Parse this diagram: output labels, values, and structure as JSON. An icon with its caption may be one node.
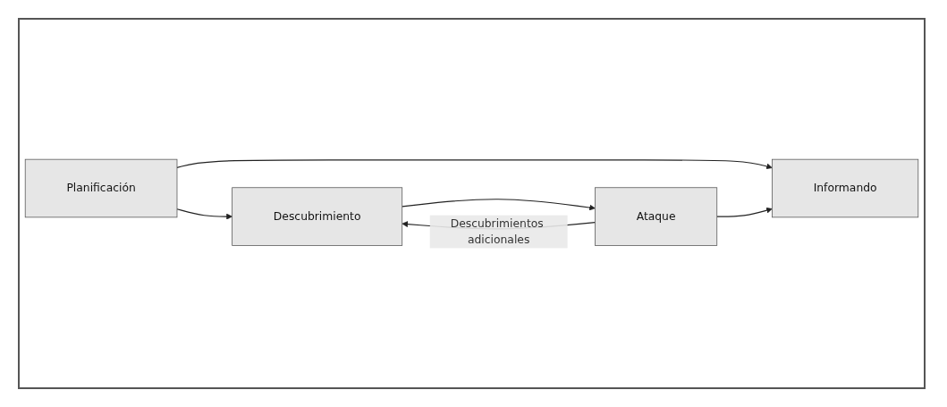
{
  "diagram": {
    "nodes": [
      {
        "text": [
          "Planificación"
        ]
      },
      {
        "text": [
          "Descubrimiento"
        ]
      },
      {
        "text": [
          "Ataque"
        ]
      },
      {
        "text": [
          "Informando"
        ]
      }
    ],
    "edges": [
      {
        "from": 0,
        "to": 1,
        "arrow": "to"
      },
      {
        "from": 1,
        "to": 2,
        "arrow": "to"
      },
      {
        "from": 2,
        "to": 1,
        "arrow": "to",
        "label": "Descubrimientos adicionales"
      },
      {
        "from": 0,
        "to": 3,
        "arrow": "to"
      },
      {
        "from": 2,
        "to": 3,
        "arrow": "to"
      }
    ]
  }
}
